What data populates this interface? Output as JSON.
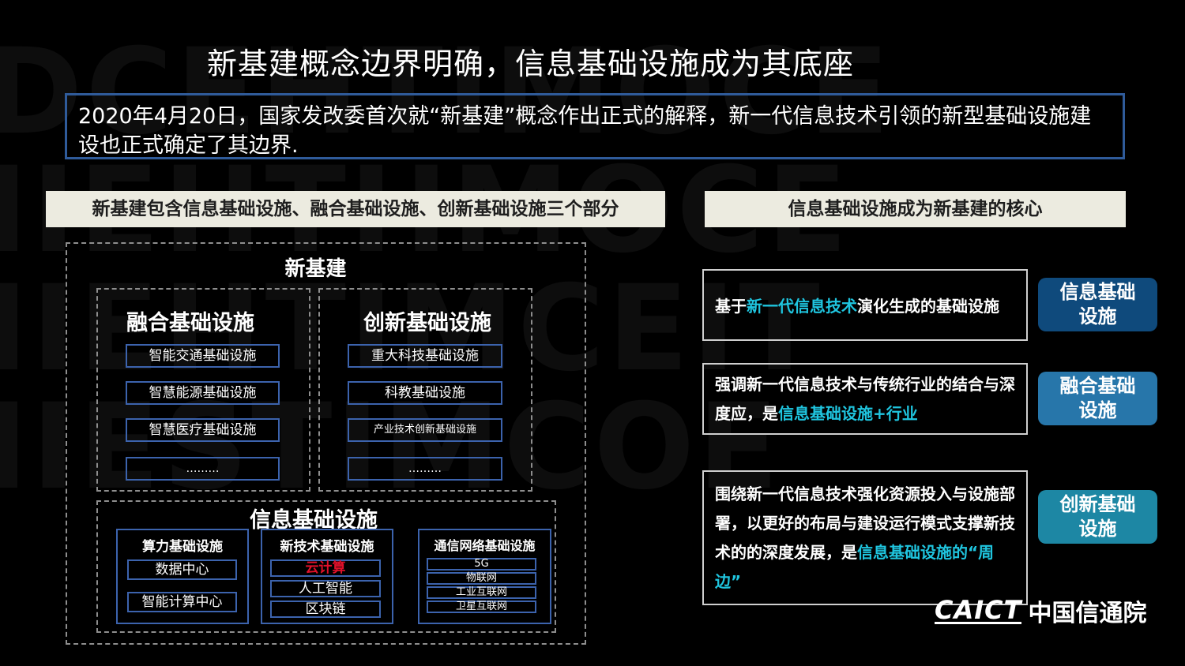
{
  "title": "新基建概念边界明确，信息基础设施成为其底座",
  "intro": "2020年4月20日，国家发改委首次就“新基建”概念作出正式的解释，新一代信息技术引领的新型基础设施建设也正式确定了其边界.",
  "left_header": "新基建包含信息基础设施、融合基础设施、创新基础设施三个部分",
  "right_header": "信息基础设施成为新基建的核心",
  "diagram": {
    "root": "新基建",
    "fusion": {
      "title": "融合基础设施",
      "items": [
        "智能交通基础设施",
        "智慧能源基础设施",
        "智慧医疗基础设施",
        "………"
      ]
    },
    "innovation": {
      "title": "创新基础设施",
      "items": [
        "重大科技基础设施",
        "科教基础设施",
        "产业技术创新基础设施",
        "………"
      ]
    },
    "info": {
      "title": "信息基础设施",
      "compute": {
        "title": "算力基础设施",
        "items": [
          "数据中心",
          "智能计算中心"
        ]
      },
      "newtech": {
        "title": "新技术基础设施",
        "items": [
          "云计算",
          "人工智能",
          "区块链"
        ]
      },
      "network": {
        "title": "通信网络基础设施",
        "items": [
          "5G",
          "物联网",
          "工业互联网",
          "卫星互联网"
        ]
      }
    }
  },
  "right_items": [
    {
      "pre": "基于",
      "hl": "新一代信息技术",
      "post": "演化生成的基础设施",
      "button": "信息基础\n设施",
      "color": "#0f4a7c"
    },
    {
      "pre": "强调新一代信息技术与传统行业的结合与深度应，是",
      "hl": "信息基础设施+行业",
      "post": "",
      "button": "融合基础\n设施",
      "color": "#2776aa"
    },
    {
      "pre": "围绕新一代信息技术强化资源投入与设施部署，以更好的布局与建设运行模式支撑新技术的的深度发展，是",
      "hl": "信息基础设施的“周边”",
      "post": "",
      "button": "创新基础\n设施",
      "color": "#1d87a4"
    }
  ],
  "logo": {
    "mark": "CAICT",
    "name": "中国信通院"
  },
  "colors": {
    "accent": "#1fc5df",
    "border": "#3c63ad",
    "cloud": "#e0102a"
  }
}
